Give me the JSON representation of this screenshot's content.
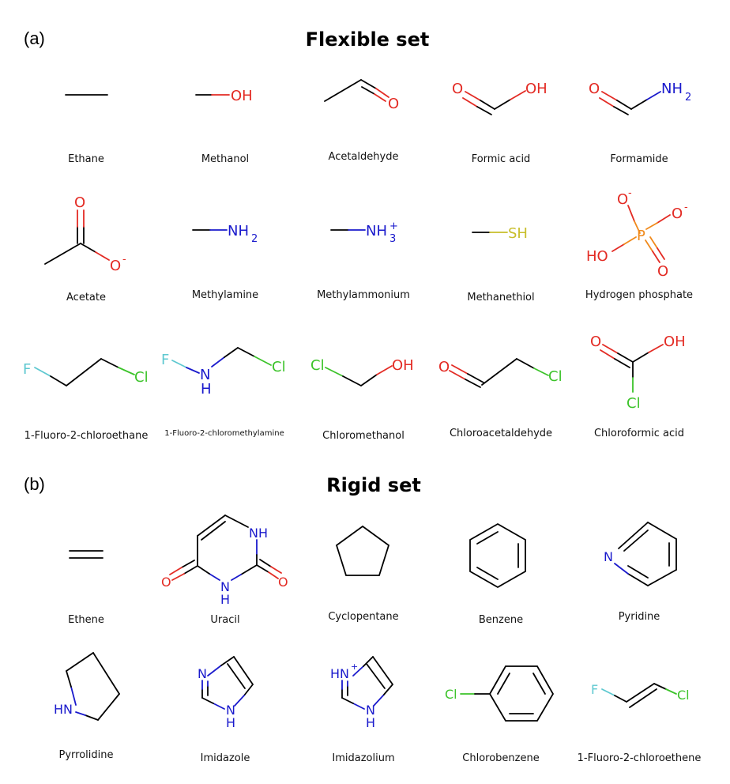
{
  "panels": {
    "a": {
      "label": "(a)",
      "title": "Flexible set"
    },
    "b": {
      "label": "(b)",
      "title": "Rigid set"
    }
  },
  "colors": {
    "carbon": "#000000",
    "oxygen": "#e32b24",
    "nitrogen": "#1a1acc",
    "sulfur": "#c8be2a",
    "phosphorus": "#f08a1c",
    "fluorine": "#5ec8d0",
    "chlorine": "#3cc32a"
  },
  "molecules": [
    {
      "id": "ethane",
      "name": "Ethane"
    },
    {
      "id": "methanol",
      "name": "Methanol"
    },
    {
      "id": "acetaldehyde",
      "name": "Acetaldehyde"
    },
    {
      "id": "formic-acid",
      "name": "Formic acid"
    },
    {
      "id": "formamide",
      "name": "Formamide"
    },
    {
      "id": "acetate",
      "name": "Acetate"
    },
    {
      "id": "methylamine",
      "name": "Methylamine"
    },
    {
      "id": "methylammonium",
      "name": "Methylammonium"
    },
    {
      "id": "methanethiol",
      "name": "Methanethiol"
    },
    {
      "id": "hydrogen-phosphate",
      "name": "Hydrogen phosphate"
    },
    {
      "id": "fluoro-chloroethane",
      "name": "1-Fluoro-2-chloroethane"
    },
    {
      "id": "fluoro-chloromethylamine",
      "name": "1-Fluoro-2-chloromethylamine"
    },
    {
      "id": "chloromethanol",
      "name": "Chloromethanol"
    },
    {
      "id": "chloroacetaldehyde",
      "name": "Chloroacetaldehyde"
    },
    {
      "id": "chloroformic-acid",
      "name": "Chloroformic acid"
    },
    {
      "id": "ethene",
      "name": "Ethene"
    },
    {
      "id": "uracil",
      "name": "Uracil"
    },
    {
      "id": "cyclopentane",
      "name": "Cyclopentane"
    },
    {
      "id": "benzene",
      "name": "Benzene"
    },
    {
      "id": "pyridine",
      "name": "Pyridine"
    },
    {
      "id": "pyrrolidine",
      "name": "Pyrrolidine"
    },
    {
      "id": "imidazole",
      "name": "Imidazole"
    },
    {
      "id": "imidazolium",
      "name": "Imidazolium"
    },
    {
      "id": "chlorobenzene",
      "name": "Chlorobenzene"
    },
    {
      "id": "fluoro-chloroethene",
      "name": "1-Fluoro-2-chloroethene"
    }
  ],
  "atom_labels": {
    "oh": "OH",
    "o": "O",
    "o_minus": "O",
    "minus": "-",
    "nh2": "NH",
    "sub2": "2",
    "nh3": "NH",
    "sub3": "3",
    "plus": "+",
    "sh": "SH",
    "p": "P",
    "ho": "HO",
    "f": "F",
    "cl": "Cl",
    "n": "N",
    "h": "H",
    "nh": "NH",
    "hn": "HN"
  }
}
